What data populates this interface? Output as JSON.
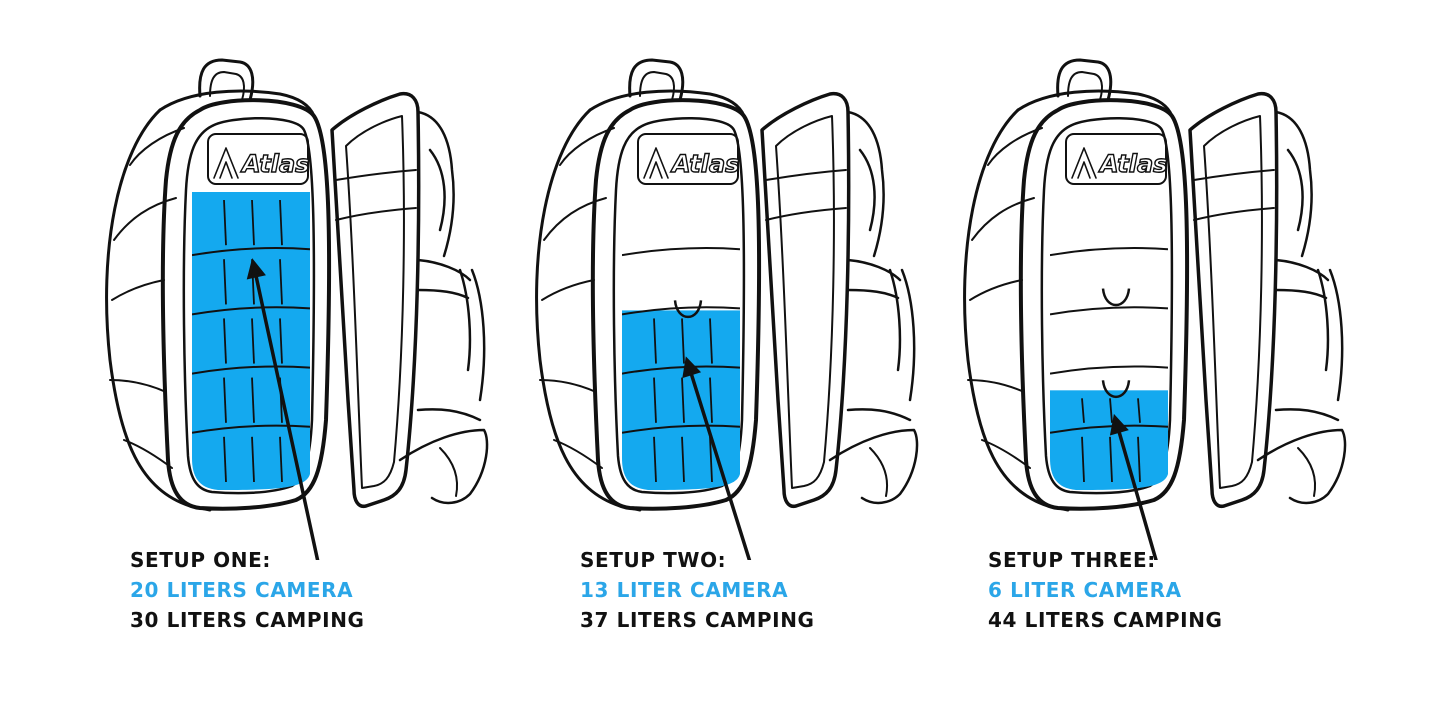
{
  "brand": "Atlas",
  "colors": {
    "camera": "#14a9ef",
    "camera_text": "#2ba6e8",
    "ink": "#111111",
    "background": "#ffffff"
  },
  "setups": [
    {
      "title": "SETUP ONE:",
      "camera": "20 LITERS CAMERA",
      "camping": "30 LITERS CAMPING",
      "camera_fraction": 1.0
    },
    {
      "title": "SETUP TWO:",
      "camera": "13 LITER CAMERA",
      "camping": "37 LITERS CAMPING",
      "camera_fraction": 0.6
    },
    {
      "title": "SETUP THREE:",
      "camera": "6 LITER CAMERA",
      "camping": "44 LITERS CAMPING",
      "camera_fraction": 0.33
    }
  ]
}
